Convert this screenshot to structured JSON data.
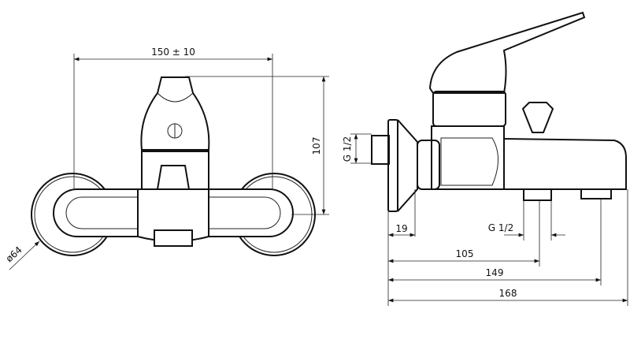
{
  "dimensions": {
    "front_width": "150 ± 10",
    "front_height": "107",
    "flange_diameter": "ø64",
    "inlet_thread": "G 1/2",
    "flange_depth": "19",
    "outlet_thread": "G 1/2",
    "outlet_distance": "105",
    "spout_distance": "149",
    "total_length": "168"
  }
}
